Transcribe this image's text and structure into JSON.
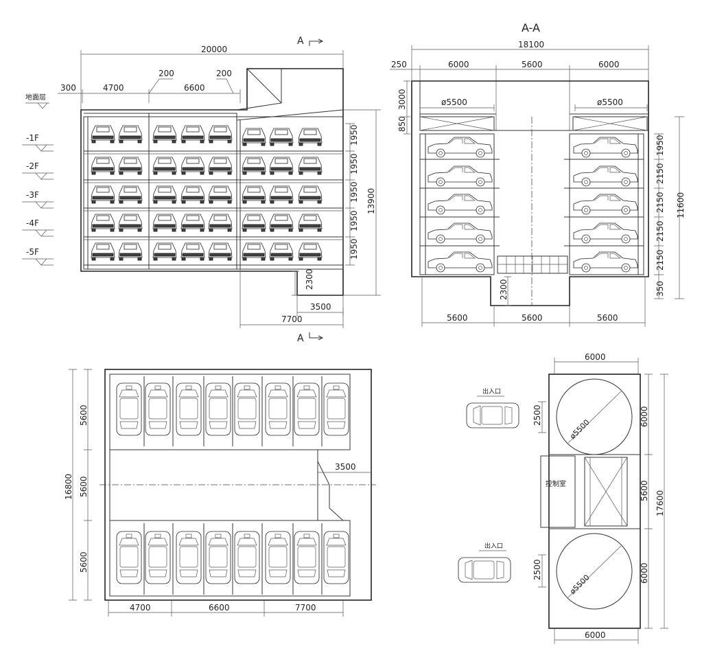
{
  "section_marks": {
    "a_top": "A",
    "a_bottom": "A",
    "section_title": "A-A"
  },
  "elevation": {
    "overall_width": "20000",
    "segments": [
      "300",
      "4700",
      "6600"
    ],
    "gaps": [
      "200",
      "200"
    ],
    "ground_label": "地面层",
    "levels": [
      "-1F",
      "-2F",
      "-3F",
      "-4F",
      "-5F"
    ],
    "level_heights": [
      "1950",
      "1950",
      "1950",
      "1950",
      "1950"
    ],
    "total_height": "13900",
    "pit_depth": "2300",
    "pit_width": "3500",
    "bottom_width": "7700"
  },
  "section": {
    "overall_width": "18100",
    "left_margin": "250",
    "top_spans": [
      "6000",
      "5600",
      "6000"
    ],
    "top_heights": [
      "3000",
      "850"
    ],
    "turntable_left": "ø5500",
    "turntable_right": "ø5500",
    "level_heights": [
      "1950",
      "2150",
      "2150",
      "2150",
      "2150"
    ],
    "total_height": "11600",
    "bottom_offset": "350",
    "pit_depth": "2300",
    "bottom_spans": [
      "5600",
      "5600",
      "5600"
    ]
  },
  "plan": {
    "left_heights": [
      "5600",
      "5600",
      "5600"
    ],
    "total_height": "16800",
    "lane_width": "3500",
    "bottom_spans": [
      "4700",
      "6600",
      "7700"
    ]
  },
  "entrance_plan": {
    "top_width": "6000",
    "bottom_width": "6000",
    "entrance_label_top": "出入口",
    "entrance_label_bottom": "出入口",
    "turntable_top": "ø5500",
    "turntable_bottom": "ø5500",
    "control_room": "控制室",
    "queue_top": "2500",
    "queue_bottom": "2500",
    "right_heights": [
      "6000",
      "5600",
      "6000"
    ],
    "total_height": "17600"
  }
}
